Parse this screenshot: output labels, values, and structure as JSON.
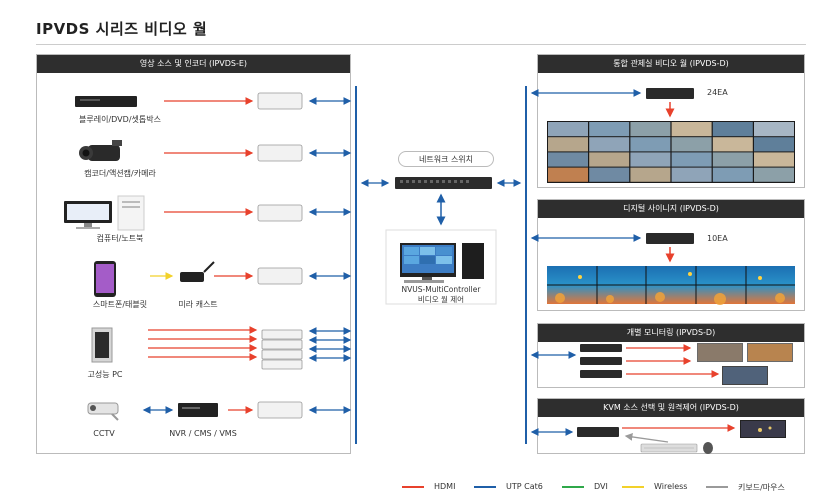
{
  "page": {
    "title": "IPVDS 시리즈 비디오 월"
  },
  "left_panel": {
    "title": "영상 소스 및 인코더 (IPVDS-E)",
    "sources": [
      {
        "label": "블루레이/DVD/셋톱박스"
      },
      {
        "label": "캠코더/액션캠/카메라"
      },
      {
        "label": "컴퓨터/노트북"
      },
      {
        "label": "스마트폰/태블릿"
      },
      {
        "label": "고성능 PC"
      },
      {
        "label": "CCTV"
      }
    ],
    "mirror_cast": "미라 캐스트",
    "nvr_label": "NVR / CMS / VMS"
  },
  "center": {
    "switch_label": "네트워크 스위치",
    "controller_line1": "NVUS-MultiController",
    "controller_line2": "비디오 월 제어"
  },
  "right_panels": [
    {
      "title": "통합 관제실 비디오 월 (IPVDS-D)",
      "count": "24EA"
    },
    {
      "title": "디지털 사이니지 (IPVDS-D)",
      "count": "10EA"
    },
    {
      "title": "개별 모니터링 (IPVDS-D)"
    },
    {
      "title": "KVM 소스 선택 및 원격제어 (IPVDS-D)"
    }
  ],
  "legend": [
    {
      "label": "HDMI",
      "color": "#e8412c"
    },
    {
      "label": "UTP Cat6",
      "color": "#1f5fa8"
    },
    {
      "label": "DVI",
      "color": "#2fa84a"
    },
    {
      "label": "Wireless",
      "color": "#f2d12a"
    },
    {
      "label": "키보드/마우스",
      "color": "#9a9a9a"
    }
  ],
  "colors": {
    "hdmi": "#e8412c",
    "utp": "#1f5fa8",
    "wireless": "#f2d12a",
    "kvm": "#9a9a9a"
  }
}
